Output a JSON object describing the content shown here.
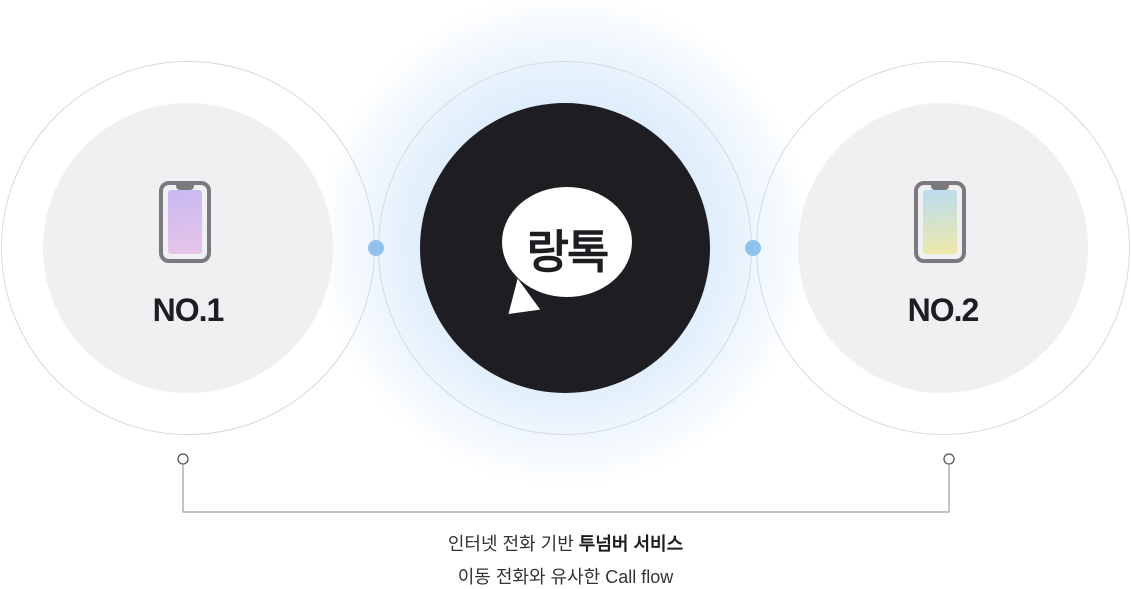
{
  "nodes": {
    "left": {
      "label": "NO.1",
      "icon": "smartphone-icon"
    },
    "center": {
      "label": "랑톡",
      "icon": "speech-bubble-icon"
    },
    "right": {
      "label": "NO.2",
      "icon": "smartphone-icon"
    }
  },
  "caption": {
    "line1_regular": "인터넷 전화 기반 ",
    "line1_bold": "투넘버 서비스",
    "line2": "이동 전화와 유사한 Call flow"
  },
  "colors": {
    "dark": "#1e1d22",
    "node_bg": "#f0f0f2",
    "connector_dot": "#8fc3ec",
    "glow": "#add2f5"
  }
}
